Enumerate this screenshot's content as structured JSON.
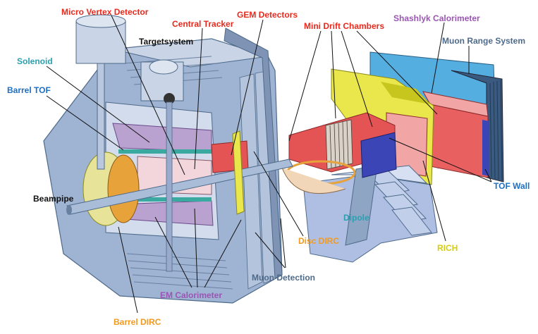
{
  "labels": {
    "micro_vertex_detector": {
      "text": "Micro Vertex Detector",
      "color": "#e8291c"
    },
    "gem_detectors": {
      "text": "GEM Detectors",
      "color": "#e8291c"
    },
    "central_tracker": {
      "text": "Central Tracker",
      "color": "#e8291c"
    },
    "mini_drift_chambers": {
      "text": "Mini Drift Chambers",
      "color": "#e8291c"
    },
    "shashlyk_calorimeter": {
      "text": "Shashlyk Calorimeter",
      "color": "#9b55b5"
    },
    "muon_range_system": {
      "text": "Muon Range System",
      "color": "#4e6a8a"
    },
    "targetsystem": {
      "text": "Targetsystem",
      "color": "#111111"
    },
    "solenoid": {
      "text": "Solenoid",
      "color": "#2aa0b0"
    },
    "barrel_tof": {
      "text": "Barrel TOF",
      "color": "#1e6fc4"
    },
    "beampipe": {
      "text": "Beampipe",
      "color": "#111111"
    },
    "tof_wall": {
      "text": "TOF Wall",
      "color": "#1e6fc4"
    },
    "dipole": {
      "text": "Dipole",
      "color": "#2aa0b0"
    },
    "disc_dirc": {
      "text": "Disc DIRC",
      "color": "#f29a1e"
    },
    "rich": {
      "text": "RICH",
      "color": "#d6cc10"
    },
    "muon_detection": {
      "text": "Muon Detection",
      "color": "#4e6a8a"
    },
    "em_calorimeter": {
      "text": "EM Calorimeter",
      "color": "#9b55b5"
    },
    "barrel_dirc": {
      "text": "Barrel DIRC",
      "color": "#f29a1e"
    }
  },
  "colors": {
    "steel": "#8fa5c4",
    "steel_light": "#c9d5e6",
    "steel_dark": "#5b6f8e",
    "calorimeter": "#b9a2cf",
    "tracker": "#f3d6dc",
    "red_detector": "#e55454",
    "yellow_detector": "#e9e74c",
    "cyan_detector": "#55aee0",
    "blue_detector": "#3b45b5",
    "dirc_orange": "#e8a23a"
  }
}
